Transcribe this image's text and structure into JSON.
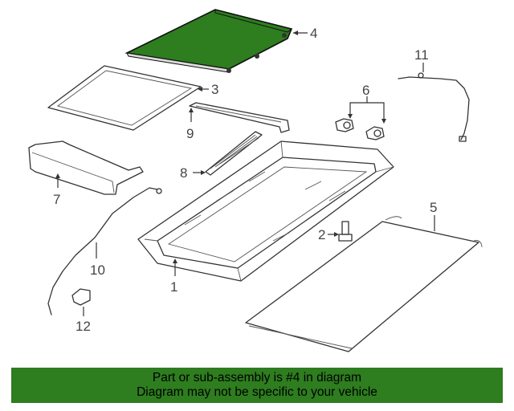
{
  "highlight_color": "#2e7d1f",
  "highlighted_part": "4",
  "callouts": {
    "c1": "1",
    "c2": "2",
    "c3": "3",
    "c4": "4",
    "c5": "5",
    "c6": "6",
    "c7": "7",
    "c8": "8",
    "c9": "9",
    "c10": "10",
    "c11": "11",
    "c12": "12"
  },
  "banner": {
    "line1": "Part or sub-assembly is #4 in diagram",
    "line2": "Diagram may not be specific to your vehicle"
  }
}
